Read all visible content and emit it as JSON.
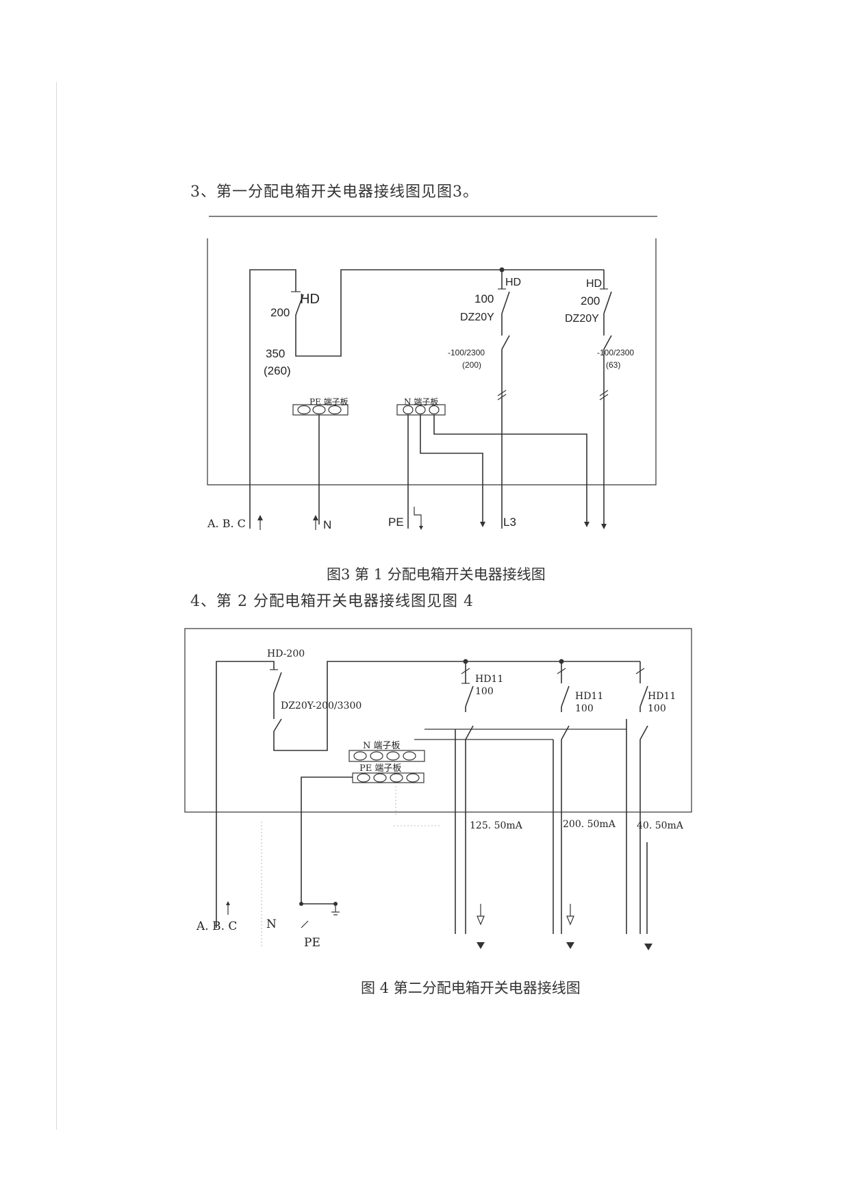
{
  "section3": {
    "heading": "3、第一分配电箱开关电器接线图见图3。",
    "caption": "图3 第 1 分配电箱开关电器接线图",
    "diagram": {
      "main_switch": {
        "type": "HD",
        "rating": "200",
        "breaker_rating": "350",
        "breaker_setting": "(260)"
      },
      "branch_1": {
        "switch": "HD",
        "rating": "100",
        "breaker": "DZ20Y",
        "breaker_spec": "-100/2300",
        "breaker_setting": "(200)"
      },
      "branch_2": {
        "switch": "HD",
        "rating": "200",
        "breaker": "DZ20Y",
        "breaker_spec": "-100/2300",
        "breaker_setting": "(63)"
      },
      "pe_board": "PE 端子板",
      "n_board": "N 端子板",
      "bottom_labels": {
        "abc": "A. B. C",
        "n": "N",
        "pe": "PE",
        "l3": "L3"
      }
    }
  },
  "section4": {
    "heading": "4、第 2 分配电箱开关电器接线图见图 4",
    "caption": "图 4 第二分配电箱开关电器接线图",
    "diagram": {
      "main_switch": "HD-200",
      "main_breaker": "DZ20Y-200/3300",
      "branch_1": {
        "switch": "HD11",
        "rating": "100",
        "leakage": "125. 50mA"
      },
      "branch_2": {
        "switch": "HD11",
        "rating": "100",
        "leakage": "200. 50mA"
      },
      "branch_3": {
        "switch": "HD11",
        "rating": "100",
        "leakage": "40. 50mA"
      },
      "pe_board": "PE 端子板",
      "n_board": "N 端子板",
      "bottom_labels": {
        "abc": "A. B. C",
        "n": "N",
        "pe": "PE"
      }
    }
  }
}
